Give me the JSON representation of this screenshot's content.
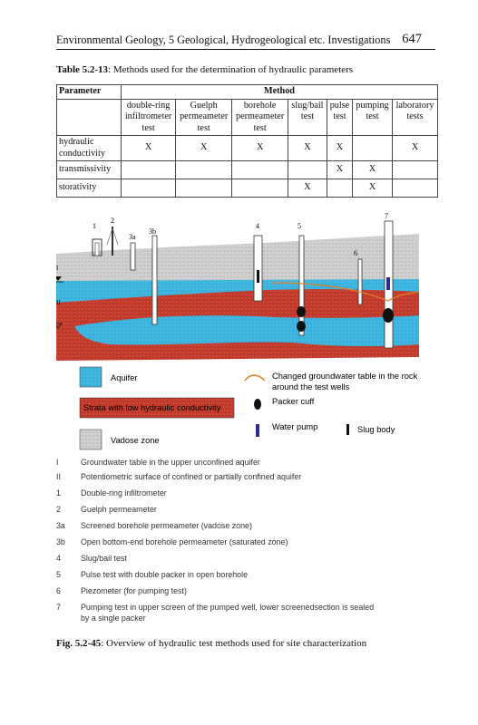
{
  "header": {
    "running_title": "Environmental Geology, 5 Geological, Hydrogeological etc. Investigations",
    "page_number": "647"
  },
  "table": {
    "caption_label": "Table 5.2-13",
    "caption_text": ": Methods used for the determination of hydraulic parameters",
    "param_header": "Parameter",
    "method_header": "Method",
    "methods": [
      [
        "double-ring",
        "infiltrometer",
        "test"
      ],
      [
        "Guelph",
        "permeameter",
        "test"
      ],
      [
        "borehole",
        "permeameter",
        "test"
      ],
      [
        "slug/bail",
        "test"
      ],
      [
        "pulse",
        "test"
      ],
      [
        "pumping",
        "test"
      ],
      [
        "laboratory",
        "tests"
      ]
    ],
    "rows": [
      {
        "param": [
          "hydraulic",
          "conductivity"
        ],
        "cells": [
          "X",
          "X",
          "X",
          "X",
          "X",
          "",
          "X"
        ]
      },
      {
        "param": [
          "transmissivity"
        ],
        "cells": [
          "",
          "",
          "",
          "",
          "X",
          "X",
          ""
        ]
      },
      {
        "param": [
          "storativity"
        ],
        "cells": [
          "",
          "",
          "",
          "X",
          "",
          "X",
          ""
        ]
      }
    ]
  },
  "figure": {
    "labels": [
      "1",
      "2",
      "3a",
      "3b",
      "4",
      "5",
      "6",
      "7",
      "I",
      "II"
    ],
    "legend": {
      "aquifer": "Aquifer",
      "low_conductivity": "Strata with low hydraulic conductivity",
      "vadose": "Vadose zone",
      "changed_table": [
        "Changed groundwater table in the rock",
        "around the test wells"
      ],
      "packer": "Packer cuff",
      "pump": "Water pump",
      "slug": "Slug body"
    },
    "colors": {
      "aquifer": "#3fb7e0",
      "low_conductivity": "#c0392b",
      "vadose": "#c8c8c8",
      "changed_table": "#e67e22",
      "pump": "#2c2c8a"
    },
    "notes": [
      [
        "I",
        "Groundwater table in the upper unconfined aquifer"
      ],
      [
        "II",
        "Potentiometric surface of confined or partially confined aquifer"
      ],
      [
        "1",
        "Double-ring infiltrometer"
      ],
      [
        "2",
        "Guelph permeameter"
      ],
      [
        "3a",
        "Screened borehole permeameter (vadose zone)"
      ],
      [
        "3b",
        "Open bottom-end borehole permeameter (saturated zone)"
      ],
      [
        "4",
        "Slug/bail test"
      ],
      [
        "5",
        "Pulse test with double packer in open borehole"
      ],
      [
        "6",
        "Piezometer (for pumping test)"
      ],
      [
        "7",
        "Pumping test in upper screen of the pumped well, lower screenedsection is sealed"
      ],
      [
        "",
        "by a single packer"
      ]
    ],
    "caption_label": "Fig. 5.2-45",
    "caption_text": ": Overview of hydraulic test methods used for site characterization"
  }
}
